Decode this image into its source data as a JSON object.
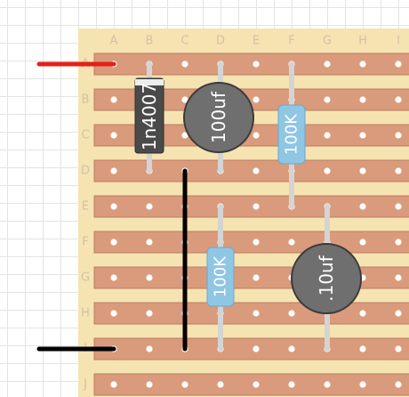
{
  "board": {
    "columns": [
      "A",
      "B",
      "C",
      "D",
      "E",
      "F",
      "G",
      "H",
      "I"
    ],
    "rows": [
      "A",
      "B",
      "C",
      "D",
      "E",
      "F",
      "G",
      "H",
      "I",
      "J"
    ]
  },
  "colors": {
    "board": "#f6e3b2",
    "strip": "#d99b7c",
    "strip_edge": "#b97e60",
    "hole": "#ffffff",
    "lead": "#d4d4d4",
    "diode_body": "#4a4a4a",
    "resistor_body": "#8fc6e4",
    "capacitor_body": "#6f6f6f",
    "wire_red": "#e32119",
    "wire_black": "#000000"
  },
  "components": {
    "diode": {
      "label": "1n4007"
    },
    "cap_100uf": {
      "label": "100uf"
    },
    "res_top": {
      "label": "100K"
    },
    "res_bottom": {
      "label": "100K"
    },
    "cap_10uf": {
      "label": ".10uf"
    }
  }
}
